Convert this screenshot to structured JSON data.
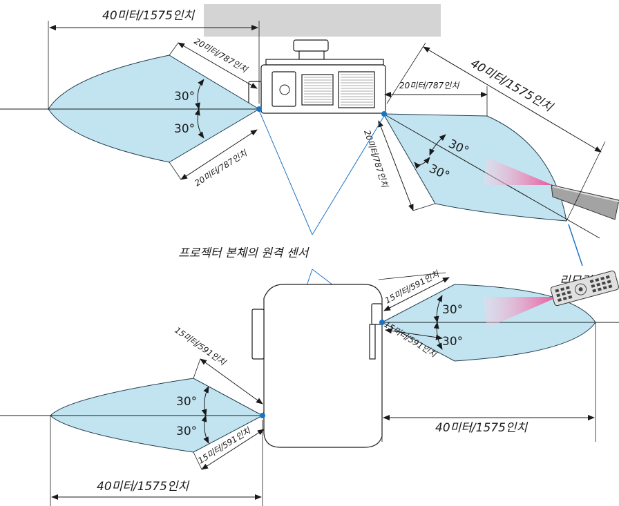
{
  "labels": {
    "dist_40m": "40미터/1575인치",
    "dist_20m": "20미터/787인치",
    "dist_15m": "15미터/591인치",
    "angle": "30°",
    "sensor_caption": "프로젝터 본체의 원격 센서",
    "remote_caption": "리모컨"
  },
  "colors": {
    "beam_fill": "#c2e4f1",
    "beam_stroke": "#1f3b4d",
    "sensor_line": "#1a74c4",
    "gray_block": "#d4d4d4",
    "remote_cone": "#e68ab4"
  }
}
